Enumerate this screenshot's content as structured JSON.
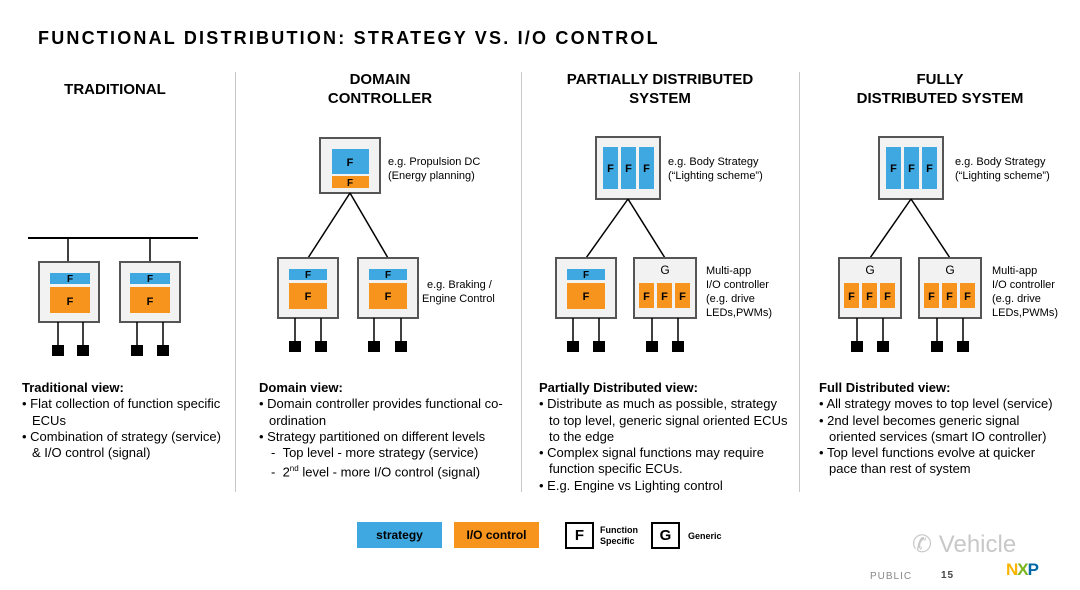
{
  "title": "FUNCTIONAL DISTRIBUTION: STRATEGY VS. I/O CONTROL",
  "columns": {
    "traditional": {
      "title": "TRADITIONAL",
      "view_heading": "Traditional view:",
      "bullets": [
        "Flat collection of function specific ECUs",
        "Combination of strategy (service) & I/O control (signal)"
      ]
    },
    "domain": {
      "title_line1": "DOMAIN",
      "title_line2": "CONTROLLER",
      "top_note_1": "e.g. Propulsion DC",
      "top_note_2": "(Energy planning)",
      "side_note_1": "e.g. Braking /",
      "side_note_2": "Engine Control",
      "view_heading": "Domain view:",
      "bullets": [
        "Domain controller provides functional co-ordination",
        "Strategy partitioned on different levels"
      ],
      "sub_bullets": [
        "Top level - more strategy (service)",
        "level - more I/O control (signal)"
      ],
      "sub_prefix": "2",
      "sub_sup": "nd"
    },
    "partial": {
      "title_line1": "PARTIALLY DISTRIBUTED",
      "title_line2": "SYSTEM",
      "top_note_1": "e.g. Body Strategy",
      "top_note_2": "(“Lighting scheme”)",
      "side_note": [
        "Multi-app",
        "I/O controller",
        "(e.g. drive",
        "LEDs,PWMs)"
      ],
      "view_heading": "Partially Distributed view:",
      "bullets": [
        "Distribute as much as possible, strategy to top level, generic signal oriented ECUs to the edge",
        "Complex signal functions may require function specific ECUs.",
        "E.g. Engine vs Lighting control"
      ]
    },
    "full": {
      "title_line1": "FULLY",
      "title_line2": "DISTRIBUTED SYSTEM",
      "top_note_1": "e.g. Body Strategy",
      "top_note_2": "(“Lighting scheme”)",
      "side_note": [
        "Multi-app",
        "I/O controller",
        "(e.g. drive",
        "LEDs,PWMs)"
      ],
      "view_heading": "Full Distributed view:",
      "bullets": [
        "All strategy moves to top level (service)",
        "2nd level becomes generic signal oriented services (smart IO controller)",
        "Top level functions evolve at quicker pace than rest of system"
      ]
    }
  },
  "labels": {
    "function": "F",
    "generic": "G"
  },
  "legend": {
    "strategy": "strategy",
    "io_control": "I/O control",
    "f_key": "F",
    "f_text_1": "Function",
    "f_text_2": "Specific",
    "g_key": "G",
    "g_text": "Generic"
  },
  "colors": {
    "strategy": "#3fa8e0",
    "io_control": "#f7941d",
    "box_fill": "#f2f2f2",
    "box_border": "#555555"
  },
  "footer": {
    "classification": "PUBLIC",
    "page": "15",
    "logo": "NXP",
    "watermark": "Vehicle"
  }
}
